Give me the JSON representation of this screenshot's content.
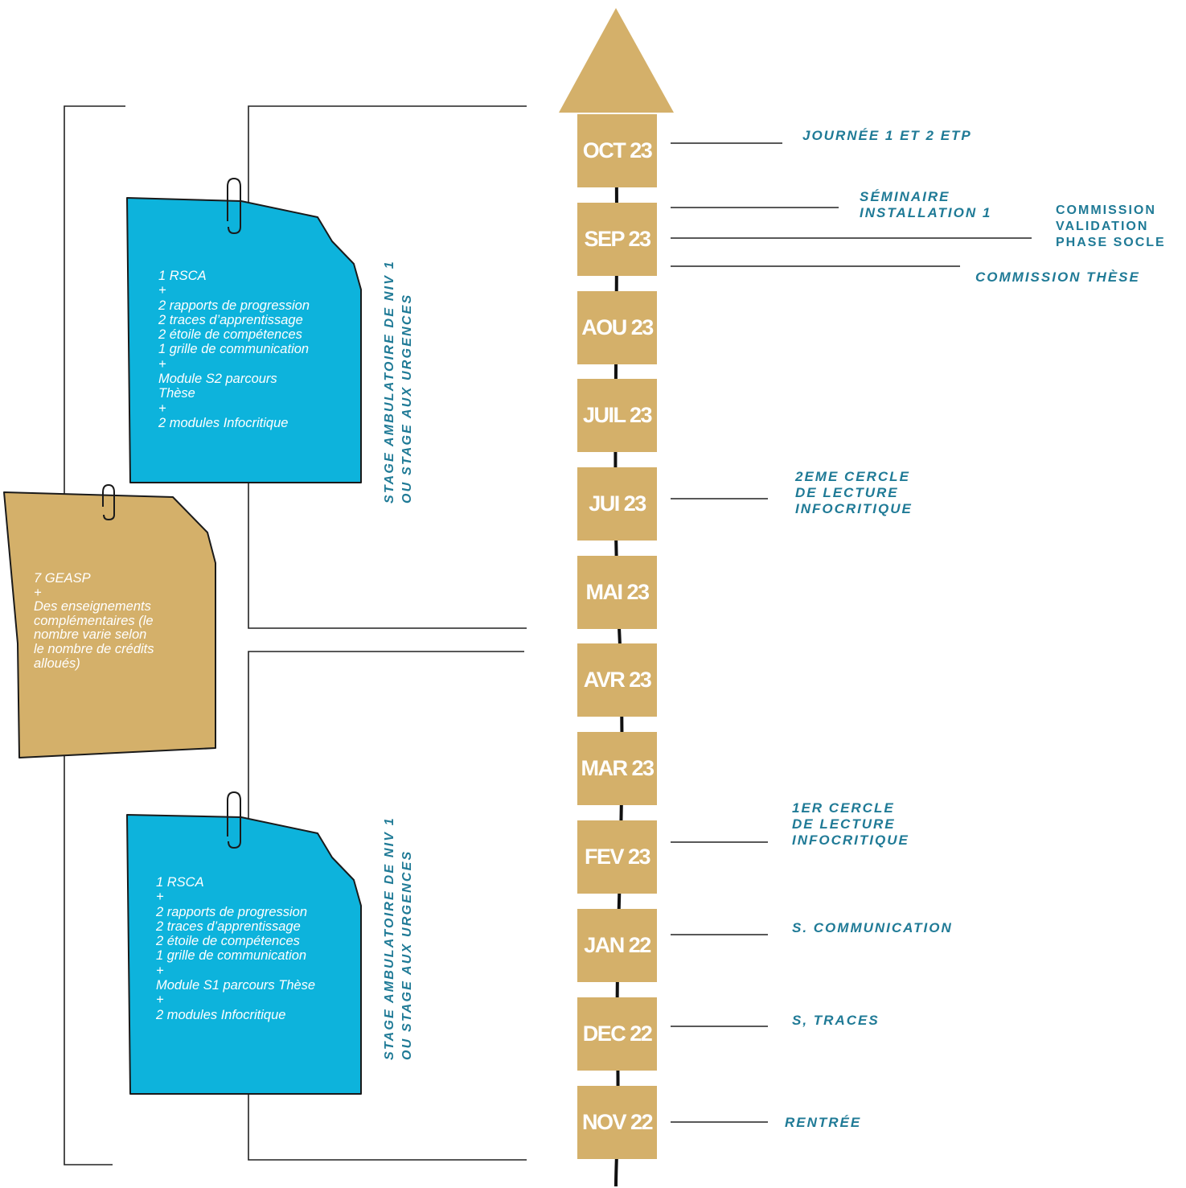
{
  "timeline": {
    "months": [
      "OCT 23",
      "SEP 23",
      "AOU 23",
      "JUIL 23",
      "JUI 23",
      "MAI 23",
      "AVR 23",
      "MAR 23",
      "FEV 23",
      "JAN 22",
      "DEC 22",
      "NOV 22"
    ]
  },
  "events": {
    "oct_journee": "JOURNÉE 1 ET 2 ETP",
    "sep_seminaire": "SÉMINAIRE\nINSTALLATION 1",
    "sep_commission_validation": "COMMISSION\nVALIDATION\nPHASE SOCLE",
    "sep_commission_these": "COMMISSION THÈSE",
    "jui_cercle": "2EME CERCLE\nDE LECTURE\nINFOCRITIQUE",
    "fev_cercle": "1ER CERCLE\nDE LECTURE\nINFOCRITIQUE",
    "jan_communication": "S. COMMUNICATION",
    "dec_traces": "S, TRACES",
    "nov_rentree": "RENTRÉE"
  },
  "notes": {
    "upper_blue": "1 RSCA\n+\n2 rapports de progression\n2 traces d’apprentissage\n2 étoile de compétences\n1 grille de communication\n+\nModule S2 parcours\nThèse\n+\n2 modules Infocritique",
    "lower_blue": "1 RSCA\n+\n2 rapports de progression\n2 traces d’apprentissage\n2 étoile de compétences\n1 grille de communication\n+\nModule S1 parcours Thèse\n+\n2 modules Infocritique",
    "gold": "7 GEASP\n+\nDes enseignements\ncomplémentaires (le\nnombre varie selon\nle nombre de crédits\nalloués)"
  },
  "stages": {
    "upper": "STAGE AMBULATOIRE DE NIV 1\nOU STAGE AUX URGENCES",
    "lower": "STAGE AMBULATOIRE DE NIV 1\nOU STAGE AUX URGENCES"
  },
  "colors": {
    "gold": "#d4b06a",
    "blue": "#0db3dc",
    "teal_text": "#1f7a96"
  }
}
